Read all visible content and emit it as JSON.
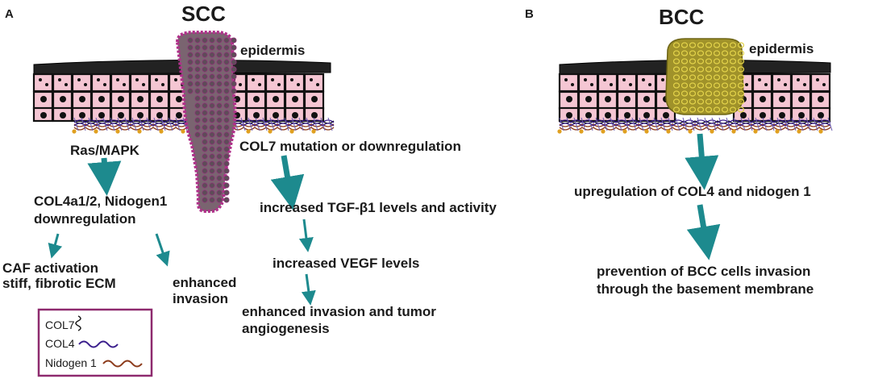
{
  "panel_a": {
    "letter": "A",
    "title": "SCC",
    "epidermis_label": "epidermis",
    "pathway_left": {
      "trigger": "Ras/MAPK",
      "downregulation_line1": "COL4a1/2, Nidogen1",
      "downregulation_line2": "downregulation",
      "outcome1_line1": "CAF activation",
      "outcome1_line2": "stiff, fibrotic ECM",
      "outcome2_line1": "enhanced",
      "outcome2_line2": "invasion"
    },
    "pathway_right": {
      "trigger": "COL7 mutation or downregulation",
      "step1": "increased TGF-β1 levels and activity",
      "step2": "increased VEGF levels",
      "step3_line1": "enhanced invasion and tumor",
      "step3_line2": "angiogenesis"
    },
    "legend": {
      "items": [
        {
          "label": "COL7",
          "color": "#1a1a1a"
        },
        {
          "label": "COL4",
          "color": "#3a1e8c"
        },
        {
          "label": "Nidogen 1",
          "color": "#8b3a1a"
        }
      ]
    }
  },
  "panel_b": {
    "letter": "B",
    "title": "BCC",
    "epidermis_label": "epidermis",
    "step1": "upregulation of COL4 and nidogen 1",
    "step2_line1": "prevention of BCC cells invasion",
    "step2_line2": "through the basement membrane"
  },
  "colors": {
    "arrow": "#1d8a8e",
    "cell_fill": "#f5c6d3",
    "nucleus": "#111111",
    "scc_tumor": "#7a6470",
    "scc_edge": "#b0308a",
    "bcc_tumor": "#a0922a",
    "legend_border": "#8e2a6e",
    "laminin_dot": "#e0a020"
  }
}
